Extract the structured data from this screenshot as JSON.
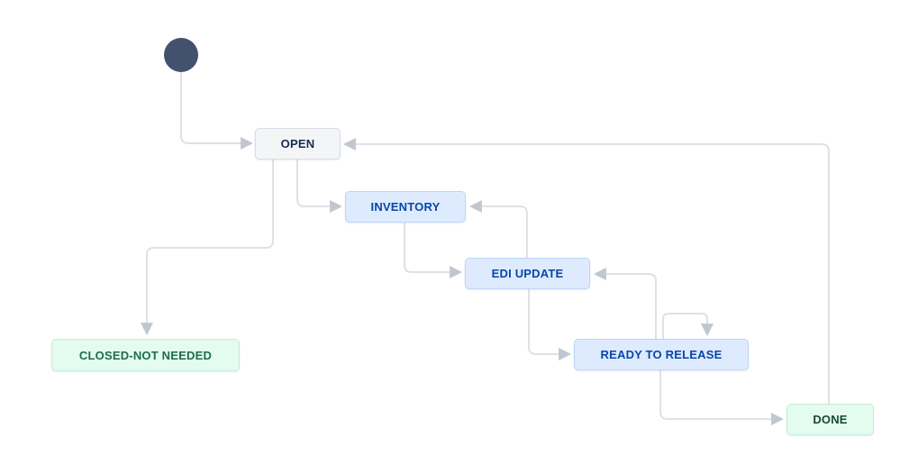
{
  "page": {
    "background_color": "#ffffff"
  },
  "diagram": {
    "type": "workflow-state-diagram",
    "line_color": "#dfe1e6",
    "arrow_color": "#c1c7d0",
    "initial_node": {
      "id": "start",
      "shape": "circle",
      "color": "#42526e"
    },
    "nodes": [
      {
        "id": "open",
        "label": "OPEN",
        "category": "to-do",
        "bg": "#f4f5f7",
        "border": "#d8dce3",
        "text_color": "#172b4d"
      },
      {
        "id": "inventory",
        "label": "INVENTORY",
        "category": "in-progress",
        "bg": "#deebff",
        "border": "#bcd5f8",
        "text_color": "#0747a6"
      },
      {
        "id": "edi-update",
        "label": "EDI UPDATE",
        "category": "in-progress",
        "bg": "#deebff",
        "border": "#bcd5f8",
        "text_color": "#0747a6"
      },
      {
        "id": "ready-to-release",
        "label": "READY TO RELEASE",
        "category": "in-progress",
        "bg": "#deebff",
        "border": "#bcd5f8",
        "text_color": "#0747a6"
      },
      {
        "id": "closed-not-needed",
        "label": "CLOSED-NOT NEEDED",
        "category": "done",
        "bg": "#e3fcef",
        "border": "#c4eeda",
        "text_color": "#1e6b4e"
      },
      {
        "id": "done",
        "label": "DONE",
        "category": "done",
        "bg": "#e3fcef",
        "border": "#c4eeda",
        "text_color": "#17473a"
      }
    ],
    "edges": [
      {
        "from": "start",
        "to": "open"
      },
      {
        "from": "open",
        "to": "inventory"
      },
      {
        "from": "open",
        "to": "closed-not-needed"
      },
      {
        "from": "inventory",
        "to": "edi-update"
      },
      {
        "from": "edi-update",
        "to": "inventory"
      },
      {
        "from": "edi-update",
        "to": "ready-to-release"
      },
      {
        "from": "ready-to-release",
        "to": "edi-update"
      },
      {
        "from": "ready-to-release",
        "to": "ready-to-release"
      },
      {
        "from": "ready-to-release",
        "to": "done"
      },
      {
        "from": "done",
        "to": "open"
      }
    ]
  }
}
